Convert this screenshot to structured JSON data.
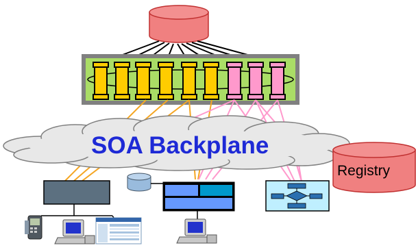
{
  "diagram": {
    "backplane_label": "SOA Backplane",
    "registry_label": "Registry",
    "colors": {
      "database_fill": "#f08080",
      "database_stroke": "#c03030",
      "bus_background": "#aadd66",
      "bus_frame": "#808080",
      "service_yellow": "#ffcc00",
      "service_pink": "#ff99cc",
      "cloud_fill": "#e8e8e8",
      "cloud_stroke": "#808080",
      "link_orange": "#f5a623",
      "link_pink": "#ff99cc",
      "backplane_text": "#1e2ad6",
      "app_box_dark": "#5c7080",
      "app_blue": "#6699ff",
      "app_teal": "#0099cc",
      "workflow_bg": "#bfefff"
    },
    "service_count_yellow": 6,
    "service_count_pink": 3,
    "icons": [
      "database-icon",
      "phone-icon",
      "desktop-computer-icon",
      "screenshot-icon",
      "small-database-icon",
      "workflow-chart-icon"
    ]
  }
}
